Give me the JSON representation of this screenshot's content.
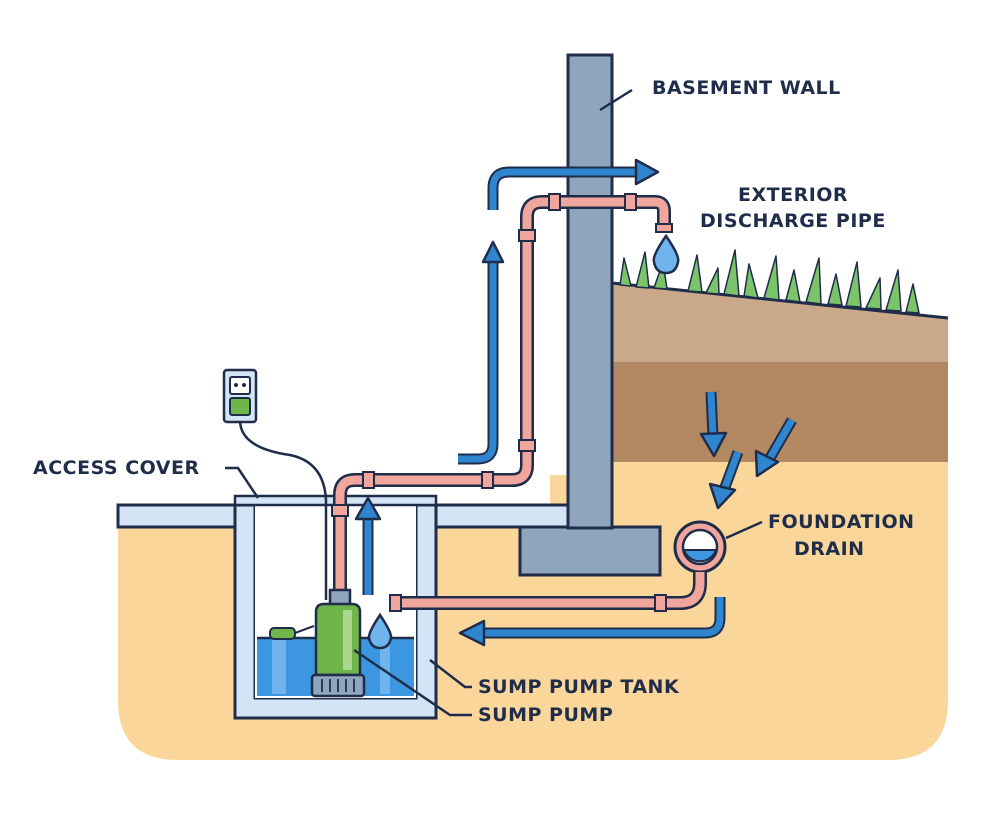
{
  "labels": {
    "basement_wall": "BASEMENT WALL",
    "exterior_discharge_line1": "EXTERIOR",
    "exterior_discharge_line2": "DISCHARGE PIPE",
    "access_cover": "ACCESS COVER",
    "foundation_drain_line1": "FOUNDATION",
    "foundation_drain_line2": "DRAIN",
    "sump_pump_tank": "SUMP PUMP TANK",
    "sump_pump": "SUMP PUMP"
  },
  "colors": {
    "outline": "#1f2d4a",
    "soil_sand": "#fad69a",
    "topsoil": "#caa98a",
    "subsoil": "#b28862",
    "wall": "#8fa5bd",
    "pit_wall": "#d3e4f5",
    "water": "#3d97e0",
    "pipe": "#f0a69c",
    "arrow": "#2f86cf",
    "pump": "#6fb54a",
    "grass": "#7bc46a"
  }
}
